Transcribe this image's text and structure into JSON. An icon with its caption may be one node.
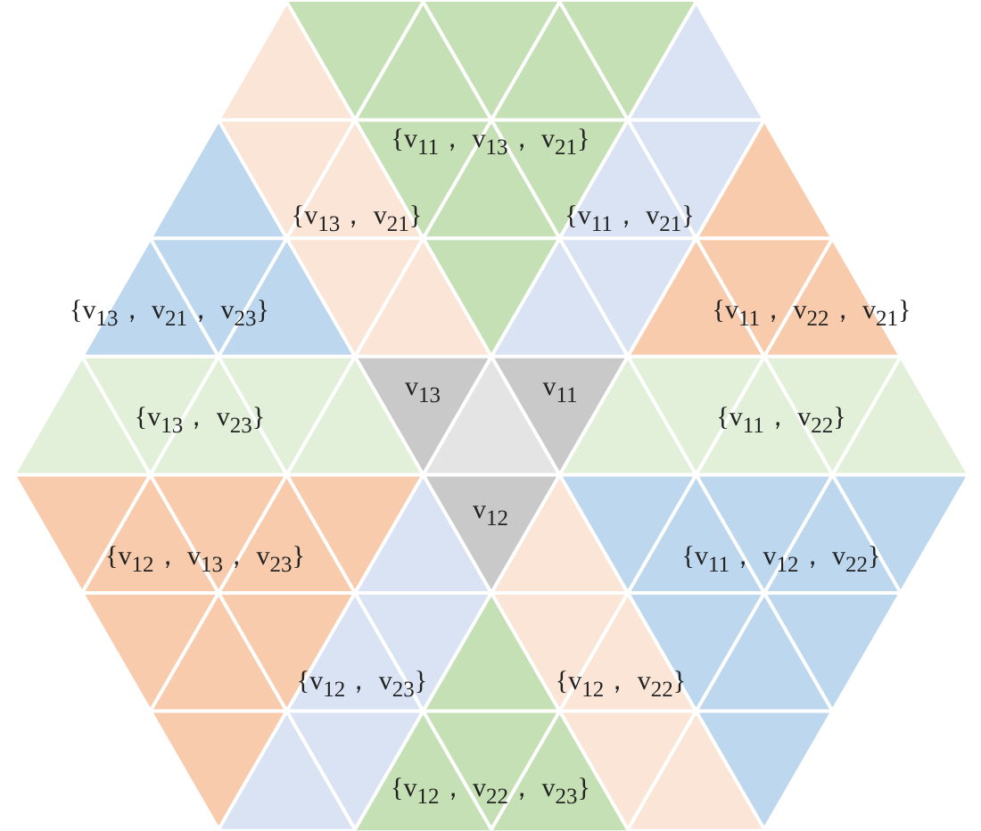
{
  "diagram": {
    "nodes": [
      {
        "text": [
          "{v$_{11}$， v$_{13}$， v$_{21}$}"
        ]
      },
      {
        "text": [
          "{v$_{13}$， v$_{21}$}"
        ]
      },
      {
        "text": [
          "{v$_{11}$， v$_{21}$}"
        ]
      },
      {
        "text": [
          "{v$_{13}$， v$_{21}$， v$_{23}$}"
        ]
      },
      {
        "text": [
          "{v$_{11}$， v$_{22}$， v$_{21}$}"
        ]
      },
      {
        "text": [
          "{v$_{13}$， v$_{23}$}"
        ]
      },
      {
        "text": [
          "v$_{13}$"
        ]
      },
      {
        "text": [],
        "shape": "triangle"
      },
      {
        "text": [
          "v$_{11}$"
        ]
      },
      {
        "text": [
          "{v$_{11}$， v$_{22}$}"
        ]
      },
      {
        "text": [
          "v$_{12}$"
        ]
      },
      {
        "text": [
          "{v$_{12}$， v$_{13}$， v$_{23}$}"
        ]
      },
      {
        "text": [
          "{v$_{11}$， v$_{12}$， v$_{22}$}"
        ]
      },
      {
        "text": [
          "{v$_{12}$， v$_{23}$}"
        ]
      },
      {
        "text": [
          "{v$_{12}$， v$_{22}$}"
        ]
      },
      {
        "text": [
          "{v$_{12}$， v$_{22}$， v$_{23}$}"
        ]
      }
    ]
  }
}
